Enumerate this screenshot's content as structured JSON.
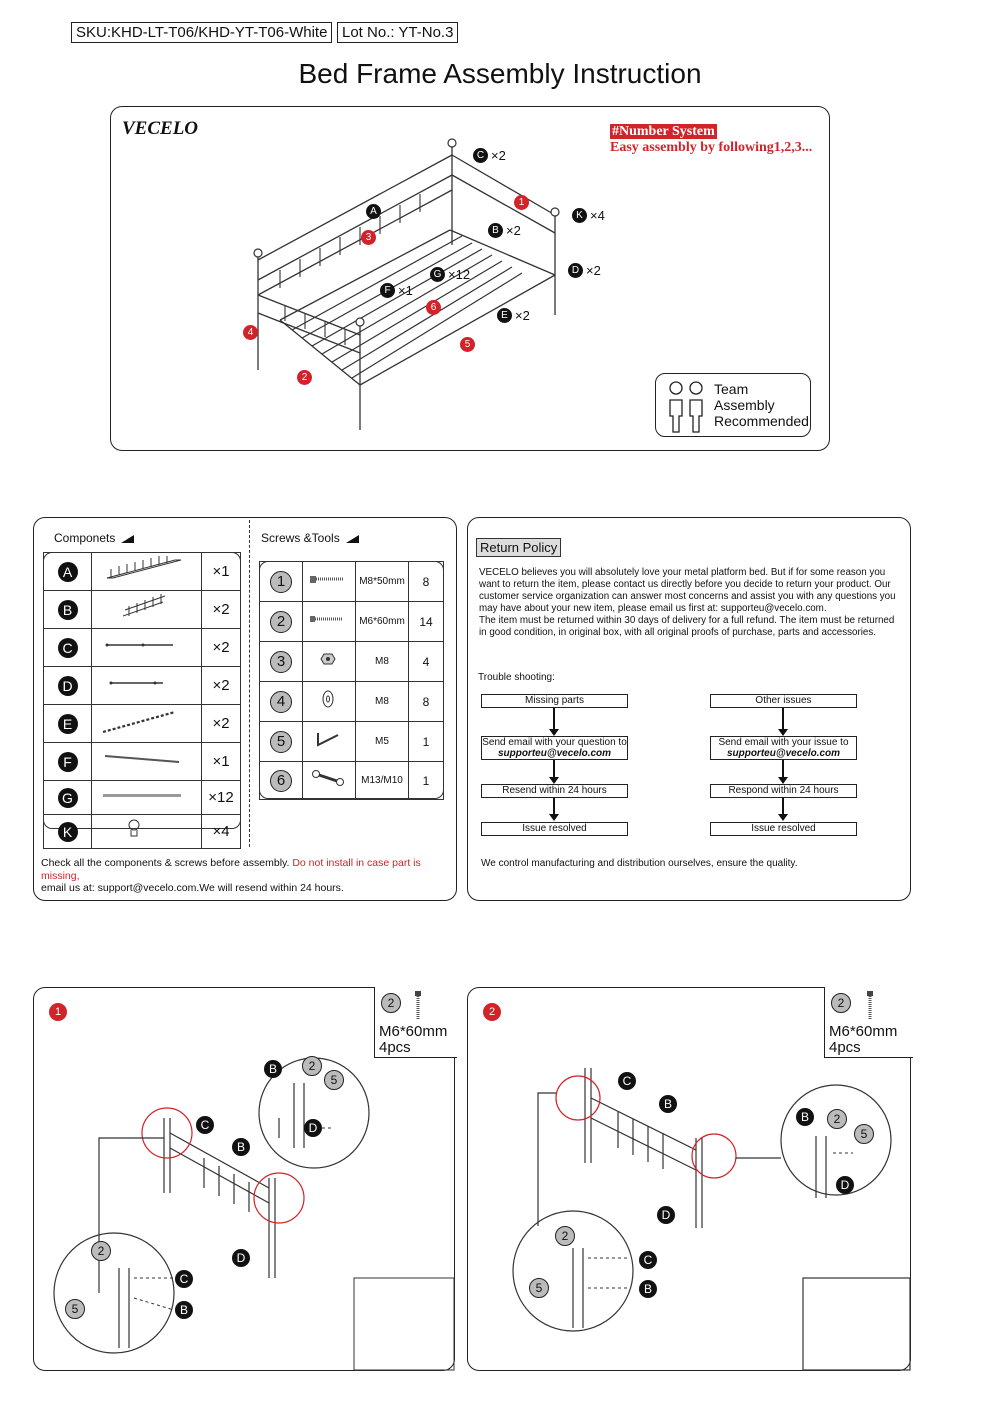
{
  "header": {
    "sku": "SKU:KHD-LT-T06/KHD-YT-T06-White",
    "lot": "Lot No.: YT-No.3",
    "title": "Bed Frame Assembly Instruction"
  },
  "overview": {
    "brand": "VECELO",
    "number_system_title": "#Number System",
    "number_system_sub": "Easy assembly by following1,2,3...",
    "team": [
      "Team",
      "Assembly",
      "Recommended"
    ],
    "callouts": [
      {
        "letter": "C",
        "qty": "×2"
      },
      {
        "letter": "A",
        "qty": ""
      },
      {
        "letter": "K",
        "qty": "×4"
      },
      {
        "letter": "B",
        "qty": "×2"
      },
      {
        "letter": "D",
        "qty": "×2"
      },
      {
        "letter": "G",
        "qty": "×12"
      },
      {
        "letter": "F",
        "qty": "×1"
      },
      {
        "letter": "E",
        "qty": "×2"
      }
    ],
    "step_markers": [
      "1",
      "3",
      "4",
      "6",
      "5",
      "2"
    ]
  },
  "components": {
    "heading": "Componets",
    "items": [
      {
        "letter": "A",
        "qty": "×1",
        "icon": "headboard-icon"
      },
      {
        "letter": "B",
        "qty": "×2",
        "icon": "footboard-icon"
      },
      {
        "letter": "C",
        "qty": "×2",
        "icon": "side-rail-icon"
      },
      {
        "letter": "D",
        "qty": "×2",
        "icon": "side-rail-icon"
      },
      {
        "letter": "E",
        "qty": "×2",
        "icon": "slat-rail-icon"
      },
      {
        "letter": "F",
        "qty": "×1",
        "icon": "center-bar-icon"
      },
      {
        "letter": "G",
        "qty": "×12",
        "icon": "slat-icon"
      },
      {
        "letter": "K",
        "qty": "×4",
        "icon": "cap-icon"
      }
    ],
    "note_black_1": "Check all the components & screws before assembly.",
    "note_red": "Do not install in case part is missing,",
    "note_black_2": "email us at: support@vecelo.com.We will resend within 24 hours."
  },
  "screws": {
    "heading": "Screws &Tools",
    "items": [
      {
        "num": "1",
        "spec": "M8*50mm",
        "qty": "8",
        "icon": "bolt-long-icon"
      },
      {
        "num": "2",
        "spec": "M6*60mm",
        "qty": "14",
        "icon": "bolt-icon"
      },
      {
        "num": "3",
        "spec": "M8",
        "qty": "4",
        "icon": "nut-icon"
      },
      {
        "num": "4",
        "spec": "M8",
        "qty": "8",
        "icon": "washer-icon"
      },
      {
        "num": "5",
        "spec": "M5",
        "qty": "1",
        "icon": "allen-key-icon"
      },
      {
        "num": "6",
        "spec": "M13/M10",
        "qty": "1",
        "icon": "wrench-icon"
      }
    ]
  },
  "return_policy": {
    "heading": "Return Policy",
    "p1": "VECELO believes you will absolutely love your metal platform bed. But if for some reason you want to return the item, please contact us directly before you decide to return your product. Our customer service organization can answer most concerns and assist you with any questions you may have about your new item, please email us first at: supporteu@vecelo.com.",
    "p2": "The item must be returned within 30 days of delivery for a full refund. The item must be returned in good condition, in original box, with all original proofs of purchase, parts and accessories.",
    "trouble": "Trouble shooting:",
    "left_flow": [
      "Missing parts",
      "Send email with your question to",
      "supporteu@vecelo.com",
      "Resend within 24 hours",
      "Issue resolved"
    ],
    "right_flow": [
      "Other issues",
      "Send email with your issue to",
      "supporteu@vecelo.com",
      "Respond within 24 hours",
      "Issue resolved"
    ],
    "footer": "We control manufacturing and distribution ourselves, ensure the quality."
  },
  "steps": [
    {
      "num": "1",
      "screw_num": "2",
      "screw_spec": "M6*60mm",
      "screw_qty": "4pcs",
      "labels": [
        "B",
        "2",
        "5",
        "C",
        "D",
        "B",
        "D",
        "2",
        "C",
        "5",
        "B"
      ]
    },
    {
      "num": "2",
      "screw_num": "2",
      "screw_spec": "M6*60mm",
      "screw_qty": "4pcs",
      "labels": [
        "C",
        "B",
        "B",
        "2",
        "5",
        "D",
        "D",
        "2",
        "C",
        "5",
        "B"
      ]
    }
  ],
  "colors": {
    "accent_red": "#d2232a",
    "ink": "#111111",
    "gray_circle": "#bbbbbb"
  }
}
